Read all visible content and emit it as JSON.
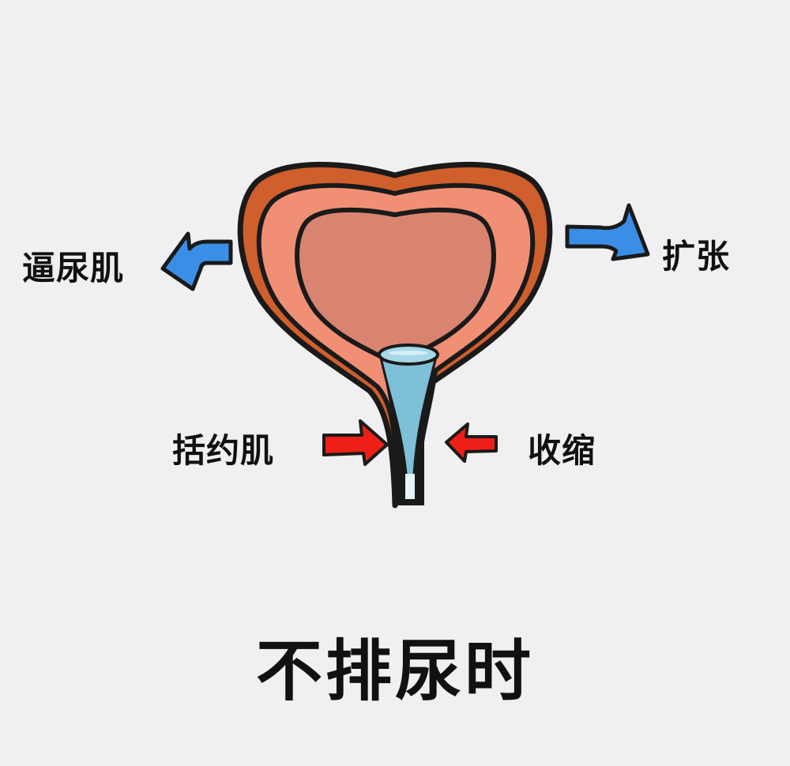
{
  "title": "不排尿时",
  "labels": {
    "detrusor": "逼尿肌",
    "expand": "扩张",
    "sphincter": "括约肌",
    "contract": "收缩"
  },
  "arrows": [
    {
      "name": "detrusor-arrow",
      "direction": "left",
      "color": "#3a8ee6"
    },
    {
      "name": "expand-arrow",
      "direction": "right",
      "color": "#3a8ee6"
    },
    {
      "name": "sphincter-arrow-left",
      "direction": "right",
      "color": "#ee1f16"
    },
    {
      "name": "sphincter-arrow-right",
      "direction": "left",
      "color": "#ee1f16"
    }
  ],
  "colors": {
    "background": "#f0eff1",
    "outer_wall": "#cf5f2c",
    "middle_wall": "#f08f74",
    "inner_lumen": "#d88470",
    "urine": "#7ec0d8",
    "outline": "#1a1a1a",
    "blue_arrow": "#3a8ee6",
    "red_arrow": "#ee1f16"
  }
}
